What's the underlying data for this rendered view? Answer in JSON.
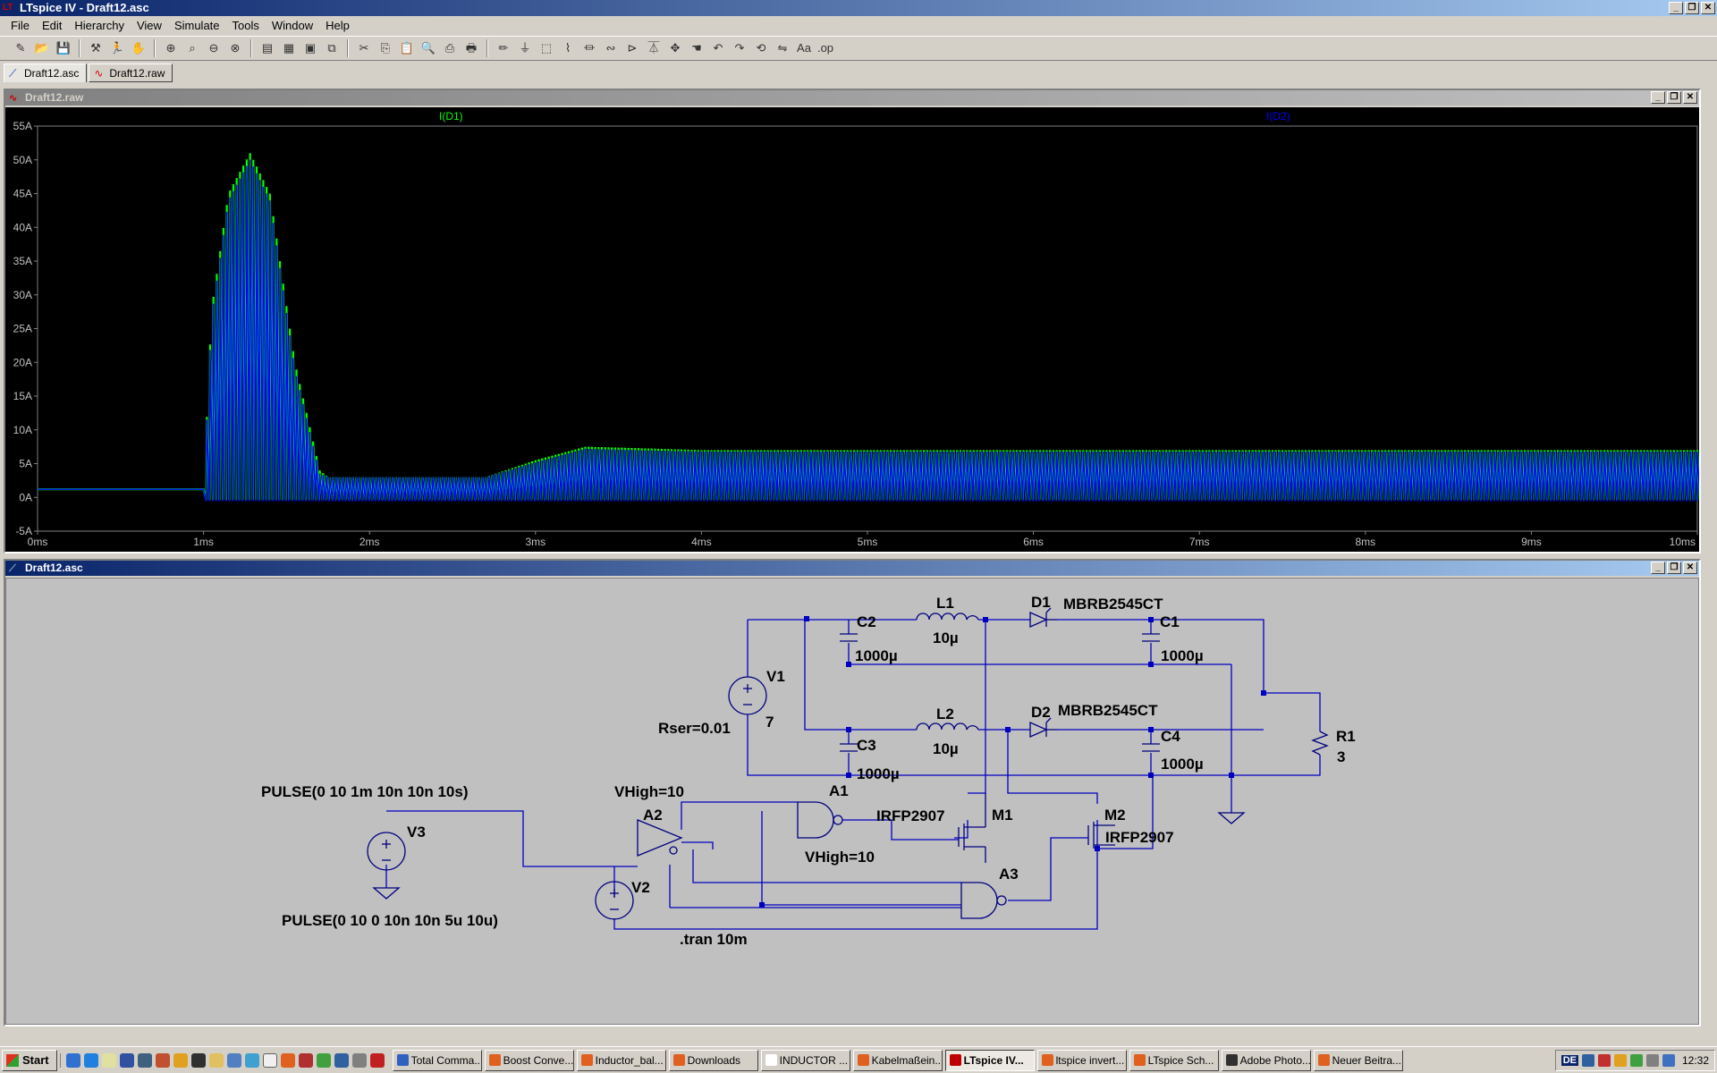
{
  "window": {
    "title": "LTspice IV - Draft12.asc"
  },
  "menu": [
    "File",
    "Edit",
    "Hierarchy",
    "View",
    "Simulate",
    "Tools",
    "Window",
    "Help"
  ],
  "toolbar_icons": [
    "new-schematic-icon",
    "open-icon",
    "save-icon",
    "control-panel-icon",
    "run-icon",
    "halt-icon",
    "zoom-in-icon",
    "zoom-pan-icon",
    "zoom-out-icon",
    "zoom-fit-icon",
    "autoscale-icon",
    "tile-icon",
    "cascade-icon",
    "close-all-icon",
    "cut-icon",
    "copy-icon",
    "paste-icon",
    "find-icon",
    "print-preview-icon",
    "print-icon",
    "wire-icon",
    "ground-icon",
    "label-icon",
    "resistor-icon",
    "capacitor-icon",
    "inductor-icon",
    "diode-icon",
    "component-icon",
    "move-icon",
    "drag-icon",
    "undo-icon",
    "redo-icon",
    "rotate-icon",
    "mirror-icon",
    "text-icon",
    "spice-directive-icon"
  ],
  "tabs": [
    {
      "label": "Draft12.asc"
    },
    {
      "label": "Draft12.raw"
    }
  ],
  "waveform_window": {
    "title": "Draft12.raw",
    "traces": [
      {
        "label": "I(D1)",
        "color": "#00ff00"
      },
      {
        "label": "I(D2)",
        "color": "#0000ff"
      }
    ]
  },
  "chart_data": {
    "type": "line",
    "xlabel": "",
    "ylabel": "",
    "xlim": [
      0,
      10
    ],
    "ylim": [
      -5,
      55
    ],
    "x_ticks": [
      "0ms",
      "1ms",
      "2ms",
      "3ms",
      "4ms",
      "5ms",
      "6ms",
      "7ms",
      "8ms",
      "9ms",
      "10ms"
    ],
    "y_ticks": [
      "55A",
      "50A",
      "45A",
      "40A",
      "35A",
      "30A",
      "25A",
      "20A",
      "15A",
      "10A",
      "5A",
      "0A",
      "-5A"
    ],
    "series": [
      {
        "name": "I(D1)",
        "color": "#00ff00",
        "x": [
          0,
          1.0,
          1.05,
          1.15,
          1.28,
          1.4,
          1.55,
          1.7,
          1.75,
          2.0,
          2.7,
          3.0,
          3.3,
          3.6,
          4.0,
          6.0,
          10.0
        ],
        "y": [
          1.2,
          1.2,
          28,
          45,
          51,
          45,
          20,
          4,
          3,
          3,
          3,
          5.5,
          7.5,
          7.3,
          7,
          7,
          7
        ]
      },
      {
        "name": "I(D2)",
        "color": "#0000ff",
        "x": [
          0,
          1.0,
          1.05,
          1.15,
          1.28,
          1.4,
          1.55,
          1.7,
          1.75,
          2.0,
          2.7,
          3.0,
          3.3,
          3.6,
          4.0,
          6.0,
          10.0
        ],
        "y": [
          1.2,
          1.2,
          27,
          44,
          50,
          44,
          19,
          3.5,
          3,
          3,
          3,
          5.2,
          7.2,
          7,
          6.8,
          6.8,
          6.8
        ]
      }
    ]
  },
  "schematic_window": {
    "title": "Draft12.asc",
    "labels": {
      "c2": "C2",
      "c2_val": "1000µ",
      "l1": "L1",
      "l1_val": "10µ",
      "d1": "D1",
      "d1_model": "MBRB2545CT",
      "c1": "C1",
      "c1_val": "1000µ",
      "v1": "V1",
      "v1_val": "7",
      "rser": "Rser=0.01",
      "l2": "L2",
      "l2_val": "10µ",
      "d2": "D2",
      "d2_model": "MBRB2545CT",
      "c3": "C3",
      "c3_val": "1000µ",
      "c4": "C4",
      "c4_val": "1000µ",
      "r1": "R1",
      "r1_val": "3",
      "v3_pulse": "PULSE(0 10 1m 10n 10n 10s)",
      "v3": "V3",
      "a2_vhigh": "VHigh=10",
      "a2": "A2",
      "a1": "A1",
      "m1_model": "IRFP2907",
      "m1": "M1",
      "m2": "M2",
      "m2_model": "IRFP2907",
      "a3_vhigh": "VHigh=10",
      "a3": "A3",
      "v2": "V2",
      "v2_pulse": "PULSE(0 10 0 10n 10n 5u 10u)",
      "tran": ".tran 10m"
    }
  },
  "taskbar": {
    "start": "Start",
    "buttons": [
      {
        "label": "Total Comma...",
        "color": "#3060c0"
      },
      {
        "label": "Boost Conve...",
        "color": "#e06020"
      },
      {
        "label": "Inductor_bal...",
        "color": "#e06020"
      },
      {
        "label": "Downloads",
        "color": "#e06020"
      },
      {
        "label": "INDUCTOR ...",
        "color": "#ffffff"
      },
      {
        "label": "Kabelmaßein...",
        "color": "#e06020"
      },
      {
        "label": "LTspice IV...",
        "color": "#c00000"
      },
      {
        "label": "ltspice invert...",
        "color": "#e06020"
      },
      {
        "label": "LTspice Sch...",
        "color": "#e06020"
      },
      {
        "label": "Adobe Photo...",
        "color": "#303030"
      },
      {
        "label": "Neuer Beitra...",
        "color": "#e06020"
      }
    ],
    "lang": "DE",
    "clock": "12:32"
  }
}
